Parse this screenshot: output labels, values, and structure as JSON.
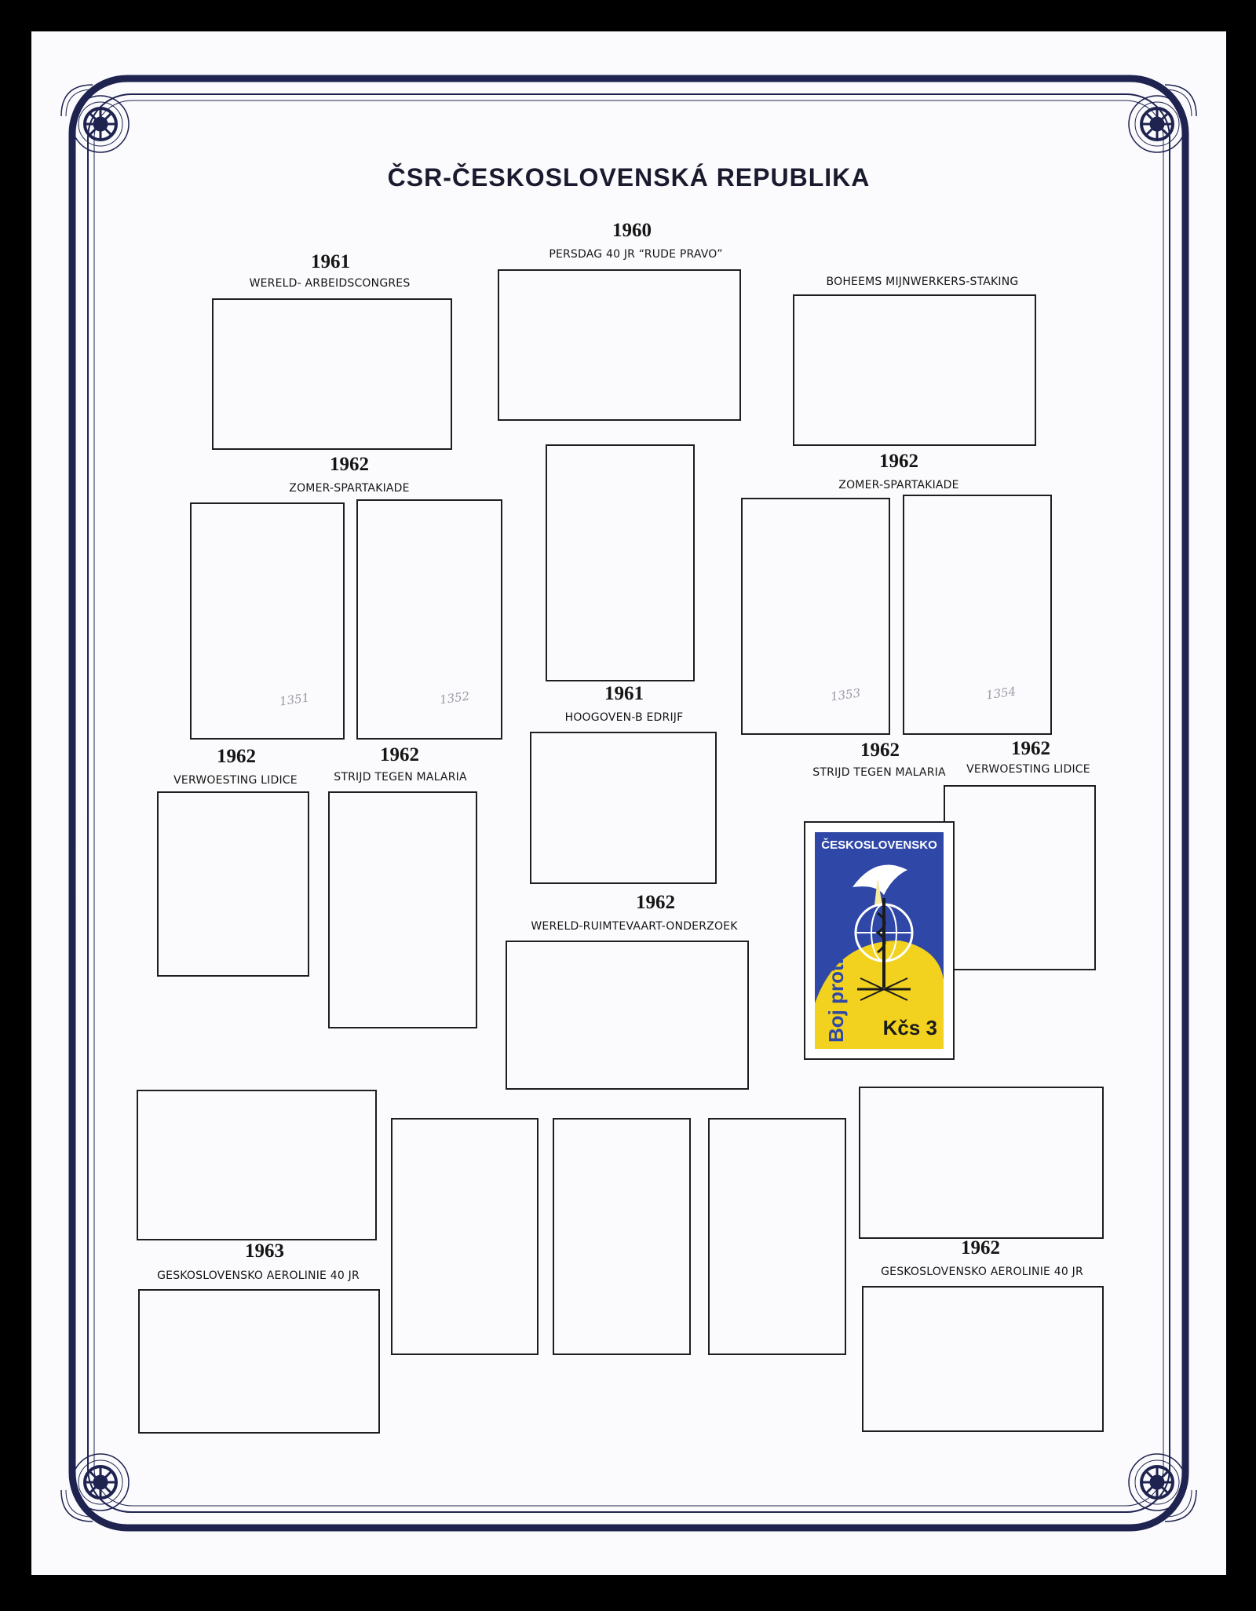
{
  "page": {
    "title": "ČSR-ČESKOSLOVENSKÁ REPUBLIKA"
  },
  "sections": {
    "s1961_congres": {
      "year": "1961",
      "caption": "WERELD- ARBEIDSCONGRES"
    },
    "s1960_persdag": {
      "year": "1960",
      "caption": "PERSDAG 40 JR  “RUDE PRAVO”"
    },
    "s_boheems": {
      "caption": "BOHEEMS MIJNWERKERS-STAKING"
    },
    "s1962_spartakiade_left": {
      "year": "1962",
      "caption": "ZOMER-SPARTAKIADE"
    },
    "s1962_spartakiade_right": {
      "year": "1962",
      "caption": "ZOMER-SPARTAKIADE"
    },
    "s1961_hoogoven": {
      "year": "1961",
      "caption": "HOOGOVEN-B EDRIJF"
    },
    "s1962_lidice_left": {
      "year": "1962",
      "caption": "VERWOESTING LIDICE"
    },
    "s1962_malaria_left": {
      "year": "1962",
      "caption": "STRIJD TEGEN MALARIA"
    },
    "s1962_malaria_right": {
      "year": "1962",
      "caption": "STRIJD TEGEN MALARIA"
    },
    "s1962_lidice_right": {
      "year": "1962",
      "caption": "VERWOESTING LIDICE"
    },
    "s1962_ruimtevaart": {
      "year": "1962",
      "caption": "WERELD-RUIMTEVAART-ONDERZOEK"
    },
    "s1963_aerolinie": {
      "year": "1963",
      "caption": "GESKOSLOVENSKO AEROLINIE 40 JR"
    },
    "s1962_aerolinie": {
      "year": "1962",
      "caption": "GESKOSLOVENSKO AEROLINIE 40 JR"
    }
  },
  "pencil_notes": [
    "1351",
    "1352",
    "1353",
    "1354"
  ],
  "stamp": {
    "country": "ČESKOSLOVENSKO",
    "slogan": "Boj proti malárii",
    "value": "Kčs 3",
    "colors": {
      "blue": "#2f48a8",
      "yellow": "#f2d21e",
      "white": "#ffffff"
    }
  },
  "colors": {
    "frame": "#1f2350",
    "box": "#1e1e1e"
  }
}
